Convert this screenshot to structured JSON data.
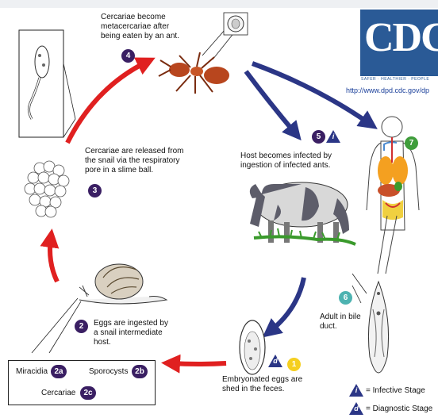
{
  "logo": {
    "name": "CDC",
    "tagline": "SAFER · HEALTHIER · PEOPLE"
  },
  "url": "http://www.dpd.cdc.gov/dp",
  "stages": {
    "s4": "Cercariae become metacercariae after being eaten by an ant.",
    "s4_lines": [
      "Cercariae become",
      "metacercariae after",
      "being eaten by an ant."
    ],
    "s4_num": "4",
    "s3_lines": [
      "Cercariae are released from",
      "the snail via the respiratory",
      "pore in a slime ball."
    ],
    "s3_num": "3",
    "s5_lines": [
      "Host becomes infected by",
      "ingestion of infected ants."
    ],
    "s5_num": "5",
    "s2_lines": [
      "Eggs are ingested by",
      "a snail intermediate",
      "host."
    ],
    "s2_num": "2",
    "s6_lines": [
      "Adult in bile",
      "duct."
    ],
    "s6_num": "6",
    "s7_num": "7",
    "s1_lines": [
      "Embryonated eggs are",
      "shed in the feces."
    ],
    "s1_num": "1"
  },
  "box": {
    "miracidia": "Miracidia",
    "m_num": "2a",
    "sporocysts": "Sporocysts",
    "s_num": "2b",
    "cercariae": "Cercariae",
    "c_num": "2c"
  },
  "legend": {
    "infective_letter": "i",
    "infective": "= Infective Stage",
    "diagnostic_letter": "d",
    "diagnostic": "= Diagnostic Stage"
  },
  "colors": {
    "purple": "#3a1f63",
    "navy": "#2b3686",
    "red": "#e02020",
    "yellow": "#f5cf1f",
    "teal": "#4db3b1",
    "green": "#3f9d3b",
    "cdc_blue": "#2a5a96"
  }
}
